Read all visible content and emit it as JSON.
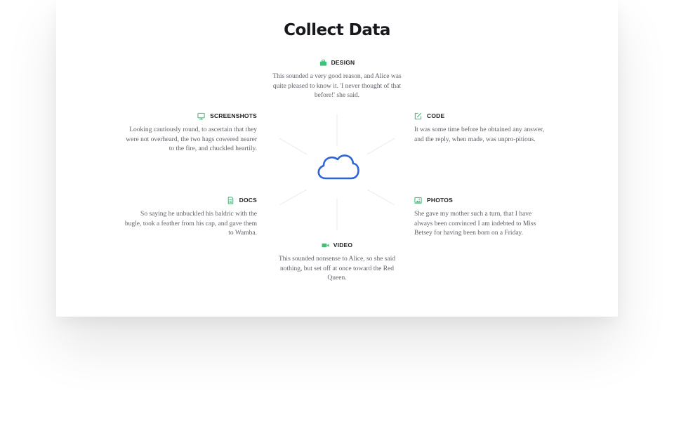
{
  "title": "Collect Data",
  "accent_color": "#3fc278",
  "cloud_color": "#2f63d8",
  "features": {
    "design": {
      "label": "DESIGN",
      "icon": "briefcase-icon",
      "text": "This sounded a very good reason, and Alice was quite pleased to know it. 'I never thought of that before!' she said."
    },
    "screenshots": {
      "label": "SCREENSHOTS",
      "icon": "monitor-icon",
      "text": "Looking cautiously round, to ascertain that they were not overheard, the two hags cowered nearer to the fire, and chuckled heartily."
    },
    "code": {
      "label": "CODE",
      "icon": "edit-icon",
      "text": "It was some time before he obtained any answer, and the reply, when made, was unpro-pitious."
    },
    "docs": {
      "label": "DOCS",
      "icon": "document-icon",
      "text": "So saying he unbuckled his baldric with the bugle, took a feather from his cap, and gave them to Wamba."
    },
    "photos": {
      "label": "PHOTOS",
      "icon": "image-icon",
      "text": "She gave my mother such a turn, that I have always been convinced I am indebted to Miss Betsey for having been born on a Friday."
    },
    "video": {
      "label": "VIDEO",
      "icon": "video-camera-icon",
      "text": "This sounded nonsense to Alice, so she said nothing, but set off at once toward the Red Queen."
    }
  }
}
